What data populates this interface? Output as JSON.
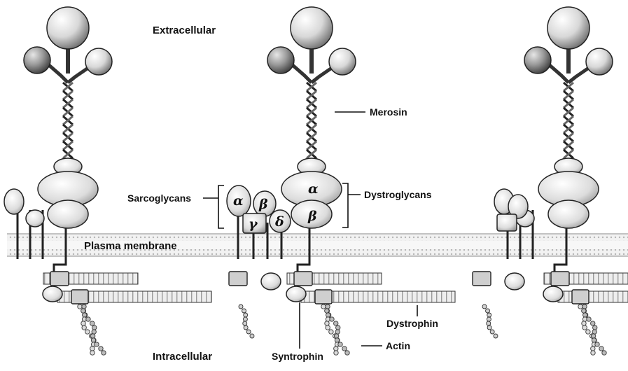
{
  "labels": {
    "extracellular": "Extracellular",
    "intracellular": "Intracellular",
    "plasma_membrane": "Plasma membrane",
    "merosin": "Merosin",
    "sarcoglycans": "Sarcoglycans",
    "dystroglycans": "Dystroglycans",
    "dystrophin": "Dystrophin",
    "actin": "Actin",
    "syntrophin": "Syntrophin"
  },
  "subunits": {
    "sg_alpha": "α",
    "sg_beta": "β",
    "sg_gamma": "γ",
    "sg_delta": "δ",
    "dg_alpha": "α",
    "dg_beta": "β"
  },
  "colors": {
    "outline": "#222222",
    "protein_fill": "#e2e2e2",
    "membrane": "#cfcfcf"
  }
}
